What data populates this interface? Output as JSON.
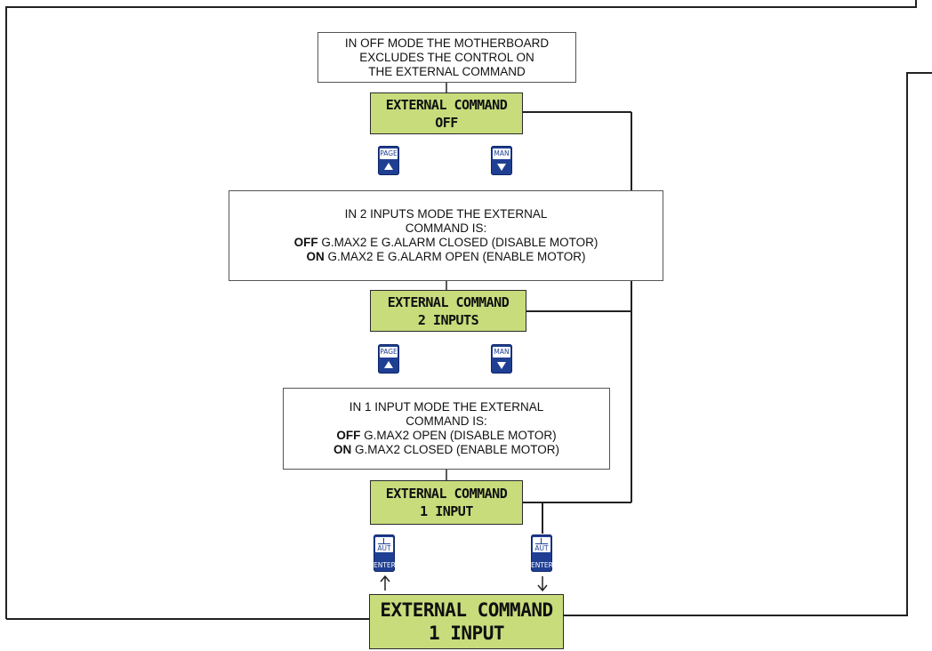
{
  "notes": {
    "off_mode": [
      "IN OFF MODE THE MOTHERBOARD",
      "EXCLUDES THE CONTROL ON",
      "THE EXTERNAL COMMAND"
    ],
    "two_inputs": {
      "line1": "IN 2 INPUTS MODE THE EXTERNAL",
      "line2": "COMMAND IS:",
      "off_kw": "OFF",
      "off_text": " G.MAX2 E G.ALARM CLOSED (DISABLE MOTOR)",
      "on_kw": "ON",
      "on_text": " G.MAX2 E G.ALARM OPEN (ENABLE MOTOR)"
    },
    "one_input": {
      "line1": "IN 1 INPUT MODE THE EXTERNAL",
      "line2": "COMMAND IS:",
      "off_kw": "OFF",
      "off_text": " G.MAX2 OPEN (DISABLE MOTOR)",
      "on_kw": "ON",
      "on_text": " G.MAX2 CLOSED (ENABLE MOTOR)"
    }
  },
  "displays": {
    "off": {
      "line1": "EXTERNAL COMMAND",
      "line2": "OFF"
    },
    "two_inputs": {
      "line1": "EXTERNAL COMMAND",
      "line2": "2 INPUTS"
    },
    "one_input": {
      "line1": "EXTERNAL COMMAND",
      "line2": "1 INPUT"
    },
    "result": {
      "line1": "EXTERNAL COMMAND",
      "line2": "1 INPUT"
    }
  },
  "keys": {
    "page": "PAGE",
    "man": "MAN",
    "aut": "AUT",
    "enter": "ENTER"
  },
  "colors": {
    "lcd": "#c8dc7c",
    "key": "#1f3f93",
    "wire": "#222222"
  }
}
